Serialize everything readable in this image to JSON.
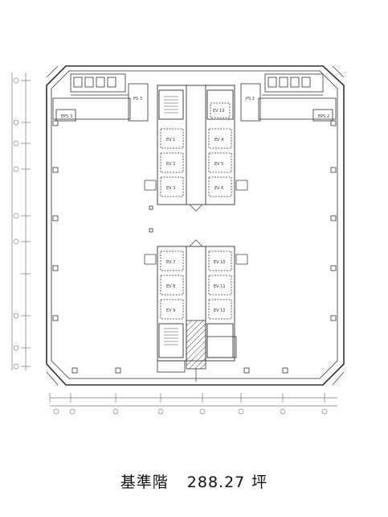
{
  "caption": {
    "floor_name": "基準階",
    "area": "288.27",
    "unit": "坪"
  },
  "rooms": {
    "ev1": "EV 1",
    "ev2": "EV 2",
    "ev3": "EV 3",
    "ev4": "EV 4",
    "ev5": "EV 5",
    "ev6": "EV 6",
    "ev7": "EV 7",
    "ev8": "EV 8",
    "ev9": "EV 9",
    "ev10": "EV 10",
    "ev11": "EV 11",
    "ev12": "EV 12",
    "eps_left": "EPS 3",
    "eps_right": "EPS 2",
    "ps_left": "PS 3",
    "ps_right": "PS 2"
  }
}
